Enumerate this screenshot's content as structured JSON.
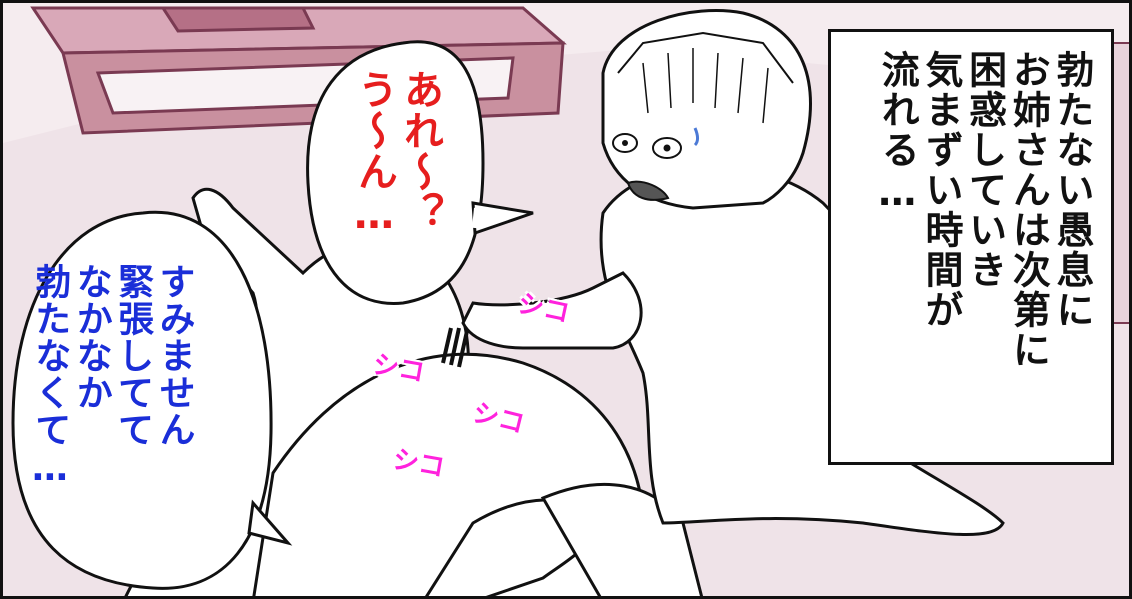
{
  "narration": {
    "lines": "勃たない愚息に\nお姉さんは次第に\n困惑していき\n気まずい時間が\n流れる…"
  },
  "speech_woman": {
    "text": "あれ～？\nう～ん…"
  },
  "speech_man": {
    "text": "すみません\n緊張してて\nなかなか\n勃たなくて…"
  },
  "sfx": [
    "シコ",
    "シコ",
    "シコ",
    "シコ"
  ],
  "colors": {
    "narration": "#111111",
    "woman_speech": "#e61e1e",
    "man_speech": "#1a2ed8",
    "sfx": "#ff22dd",
    "room": "#efe4e9"
  }
}
